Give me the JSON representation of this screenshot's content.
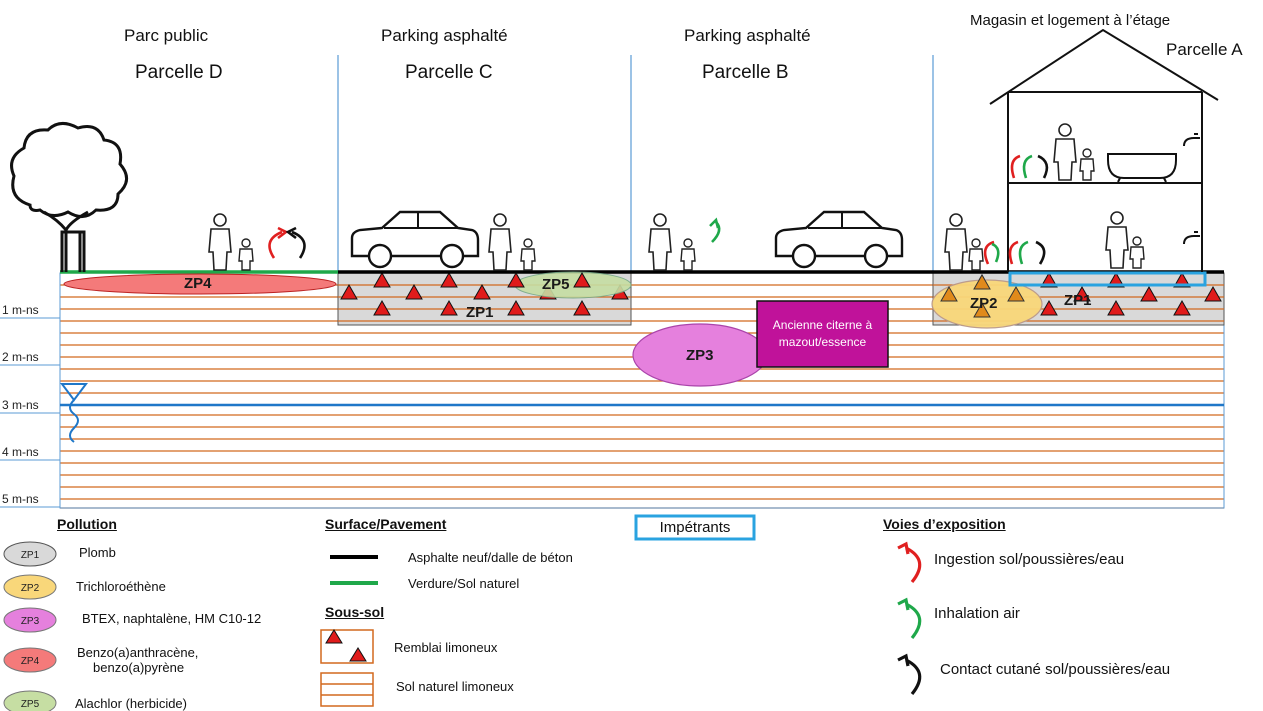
{
  "parcels": [
    {
      "use": "Parc public",
      "name": "Parcelle D"
    },
    {
      "use": "Parking asphalté",
      "name": "Parcelle C"
    },
    {
      "use": "Parking asphalté",
      "name": "Parcelle B"
    },
    {
      "use": "Magasin et logement à l’étage",
      "name": "Parcelle A"
    }
  ],
  "depths": [
    "1 m-ns",
    "2 m-ns",
    "3 m-ns",
    "4 m-ns",
    "5 m-ns"
  ],
  "zones": {
    "zp1": "ZP1",
    "zp2": "ZP2",
    "zp3": "ZP3",
    "zp4": "ZP4",
    "zp5": "ZP5",
    "zp1b": "ZP1"
  },
  "tank": {
    "line1": "Ancienne citerne à",
    "line2": "mazout/essence"
  },
  "impetrants": "Impétrants",
  "legend": {
    "pollution": {
      "title": "Pollution",
      "items": [
        {
          "code": "ZP1",
          "label": "Plomb",
          "color": "#d9d9d9"
        },
        {
          "code": "ZP2",
          "label": "Trichloroéthène",
          "color": "#f9d77a"
        },
        {
          "code": "ZP3",
          "label": "BTEX, naphtalène, HM C10-12",
          "color": "#e580dd"
        },
        {
          "code": "ZP4",
          "label": "Benzo(a)anthracène,",
          "label2": "benzo(a)pyrène",
          "color": "#f47a7a"
        },
        {
          "code": "ZP5",
          "label": "Alachlor (herbicide)",
          "color": "#c6dea3"
        }
      ]
    },
    "surface": {
      "title": "Surface/Pavement",
      "asphalt": "Asphalte neuf/dalle de béton",
      "green": "Verdure/Sol naturel"
    },
    "subsoil": {
      "title": "Sous-sol",
      "fill": "Remblai limoneux",
      "natural": "Sol naturel limoneux"
    },
    "exposure": {
      "title": "Voies d’exposition",
      "ingestion": "Ingestion sol/poussières/eau",
      "inhalation": "Inhalation air",
      "contact": "Contact cutané sol/poussières/eau"
    }
  },
  "colors": {
    "soil_line": "#d2691e",
    "water": "#1f77c8",
    "divider": "#5b9bd5",
    "grass": "#1fa84a",
    "asphalt": "#000000",
    "tank": "#c0129a",
    "ingestion": "#e02020",
    "inhalation": "#1fa84a",
    "contact": "#000000",
    "triangle": "#e01b1b"
  }
}
